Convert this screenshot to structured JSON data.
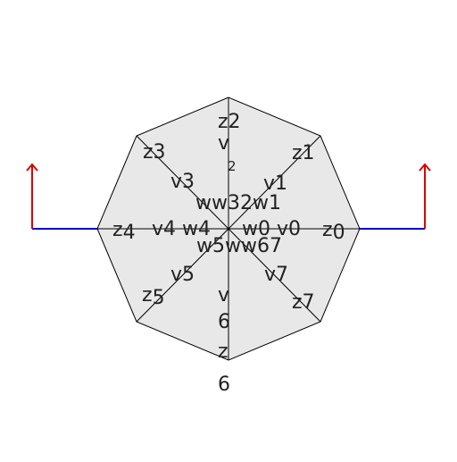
{
  "colors": {
    "background": "#ffffff",
    "octagon_fill": "#e8e8e8",
    "octagon_stroke": "#000000",
    "spoke": "#000000",
    "horizontal_wire": "#0000cc",
    "up_arrow": "#dd0000"
  },
  "diagram": {
    "outer_labels": [
      {
        "id": "z0",
        "base": "z",
        "sub": "0"
      },
      {
        "id": "z1",
        "base": "z1",
        "sub": ""
      },
      {
        "id": "z2",
        "base": "z2",
        "sub": ""
      },
      {
        "id": "z3",
        "base": "z3",
        "sub": ""
      },
      {
        "id": "z4",
        "base": "z",
        "sub": "4"
      },
      {
        "id": "z5",
        "base": "z",
        "sub": "5"
      },
      {
        "id": "z6",
        "base": "z",
        "sub": "6"
      },
      {
        "id": "z7",
        "base": "z7",
        "sub": ""
      }
    ],
    "v_labels": [
      {
        "id": "v0",
        "base": "v0",
        "sub": ""
      },
      {
        "id": "v1",
        "base": "v1",
        "sub": ""
      },
      {
        "id": "v2",
        "base": "v",
        "sub": "2"
      },
      {
        "id": "v3",
        "base": "v3",
        "sub": ""
      },
      {
        "id": "v4",
        "base": "v4",
        "sub": ""
      },
      {
        "id": "v5",
        "base": "v5",
        "sub": ""
      },
      {
        "id": "v6",
        "base": "v",
        "sub": "6"
      },
      {
        "id": "v7",
        "base": "v7",
        "sub": ""
      }
    ],
    "w_labels": [
      {
        "id": "w0",
        "text": "w0"
      },
      {
        "id": "w4",
        "text": "w4"
      },
      {
        "id": "w321",
        "text": "ww32w1"
      },
      {
        "id": "w567",
        "text": "w5ww67"
      }
    ]
  }
}
